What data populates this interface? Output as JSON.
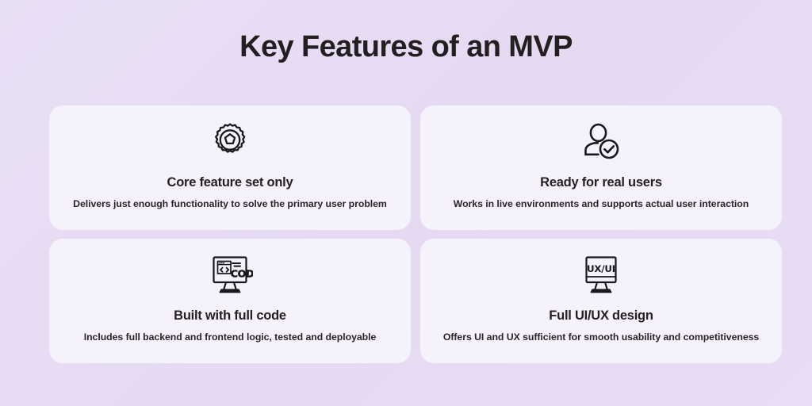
{
  "slide": {
    "title": "Key Features of an MVP",
    "background_color": "#e7dcf4",
    "card_background_color": "#f6f2fc",
    "text_color": "#231f20"
  },
  "cards": [
    {
      "icon": "badge-rosette-icon",
      "heading": "Core feature set only",
      "description": "Delivers just enough functionality to solve the primary user problem"
    },
    {
      "icon": "user-check-icon",
      "heading": "Ready for real users",
      "description": "Works in live environments and supports actual user interaction"
    },
    {
      "icon": "monitor-code-icon",
      "heading": "Built with full code",
      "description": "Includes full backend and frontend logic, tested and deployable",
      "icon_text": "CODE"
    },
    {
      "icon": "monitor-uxui-icon",
      "heading": "Full UI/UX design",
      "description": "Offers UI and UX sufficient for smooth usability and competitiveness",
      "icon_text": "UX/UI"
    }
  ]
}
